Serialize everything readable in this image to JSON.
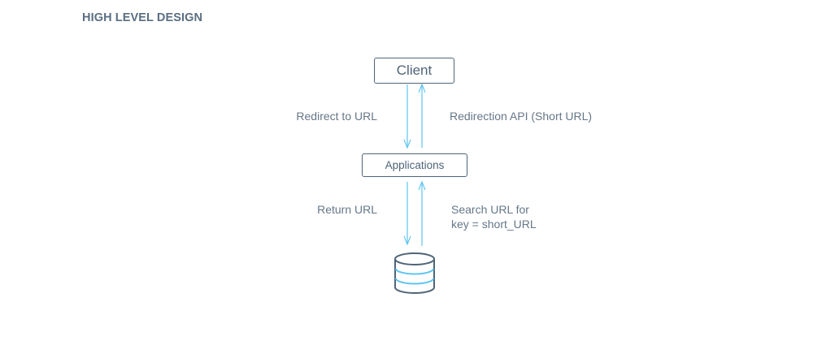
{
  "title": "HIGH LEVEL DESIGN",
  "nodes": {
    "client": "Client",
    "applications": "Applications",
    "database_icon": "database-icon"
  },
  "edges": {
    "client_to_app": "Redirect to URL",
    "app_to_client": "Redirection API (Short URL)",
    "db_to_app": "Return URL",
    "app_to_db_line1": "Search URL for",
    "app_to_db_line2": "key = short_URL"
  },
  "colors": {
    "arrow": "#5bc4f1",
    "box_border": "#4f6479",
    "text": "#5d6f82"
  }
}
